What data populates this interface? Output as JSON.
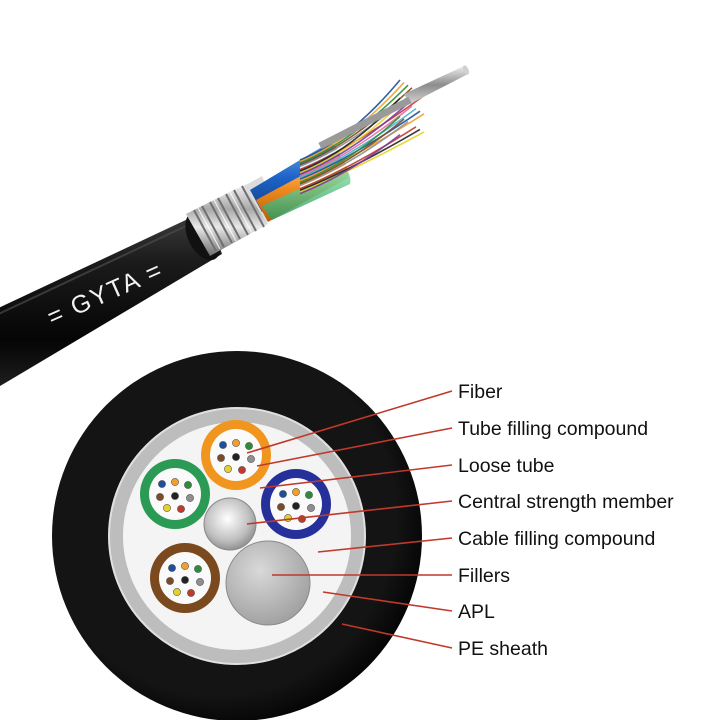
{
  "diagram": {
    "brand_text": "= GYTA =",
    "labels": [
      "Fiber",
      "Tube filling compound",
      "Loose tube",
      "Central strength member",
      "Cable filling compound",
      "Fillers",
      "APL",
      "PE sheath"
    ],
    "colors": {
      "leader_line": "#c0392b",
      "sheath": "#0c0c0c",
      "apl": "#b9b9b9",
      "core_fill": "#f3f3f3",
      "tube_orange": "#f0961f",
      "tube_green": "#2a9a54",
      "tube_blue": "#25309a",
      "tube_brown": "#7a4a1e",
      "filler": "#bdbdbd"
    },
    "fiber_colors": [
      "#1d4f9c",
      "#f3a02b",
      "#2e8b3a",
      "#7b4b23",
      "#8f8f8f",
      "#ffffff",
      "#c0392b",
      "#222222",
      "#e6d12a",
      "#7a3d9a",
      "#e46aa3",
      "#49b6c9"
    ]
  }
}
